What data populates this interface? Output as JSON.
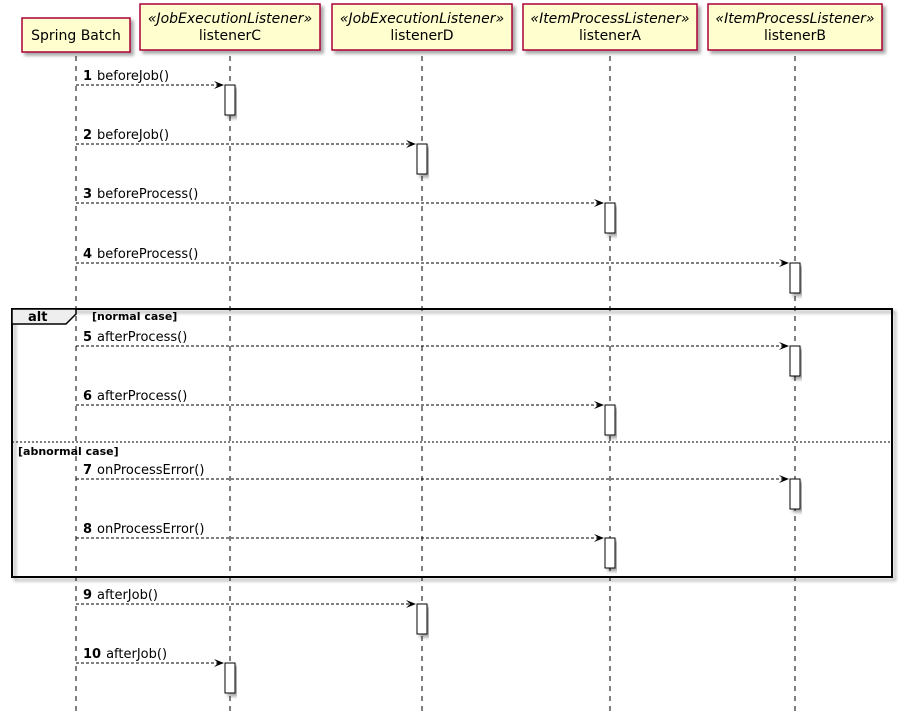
{
  "participants": [
    {
      "id": "batch",
      "name": "Spring Batch",
      "stereotype": ""
    },
    {
      "id": "C",
      "name": "listenerC",
      "stereotype": "«JobExecutionListener»"
    },
    {
      "id": "D",
      "name": "listenerD",
      "stereotype": "«JobExecutionListener»"
    },
    {
      "id": "A",
      "name": "listenerA",
      "stereotype": "«ItemProcessListener»"
    },
    {
      "id": "B",
      "name": "listenerB",
      "stereotype": "«ItemProcessListener»"
    }
  ],
  "colors": {
    "participant_fill": "#FEFECE",
    "participant_border": "#A80036",
    "line": "#000000",
    "alt_tab_fill": "#EEEEEE",
    "activation_fill": "#FFFFFF"
  },
  "messages": [
    {
      "num": "1",
      "label": "beforeJob()",
      "from": "batch",
      "to": "C"
    },
    {
      "num": "2",
      "label": "beforeJob()",
      "from": "batch",
      "to": "D"
    },
    {
      "num": "3",
      "label": "beforeProcess()",
      "from": "batch",
      "to": "A"
    },
    {
      "num": "4",
      "label": "beforeProcess()",
      "from": "batch",
      "to": "B"
    },
    {
      "num": "5",
      "label": "afterProcess()",
      "from": "batch",
      "to": "B"
    },
    {
      "num": "6",
      "label": "afterProcess()",
      "from": "batch",
      "to": "A"
    },
    {
      "num": "7",
      "label": "onProcessError()",
      "from": "batch",
      "to": "B"
    },
    {
      "num": "8",
      "label": "onProcessError()",
      "from": "batch",
      "to": "A"
    },
    {
      "num": "9",
      "label": "afterJob()",
      "from": "batch",
      "to": "D"
    },
    {
      "num": "10",
      "label": "afterJob()",
      "from": "batch",
      "to": "C"
    }
  ],
  "alt": {
    "label": "alt",
    "guard1": "[normal case]",
    "guard2": "[abnormal case]"
  }
}
